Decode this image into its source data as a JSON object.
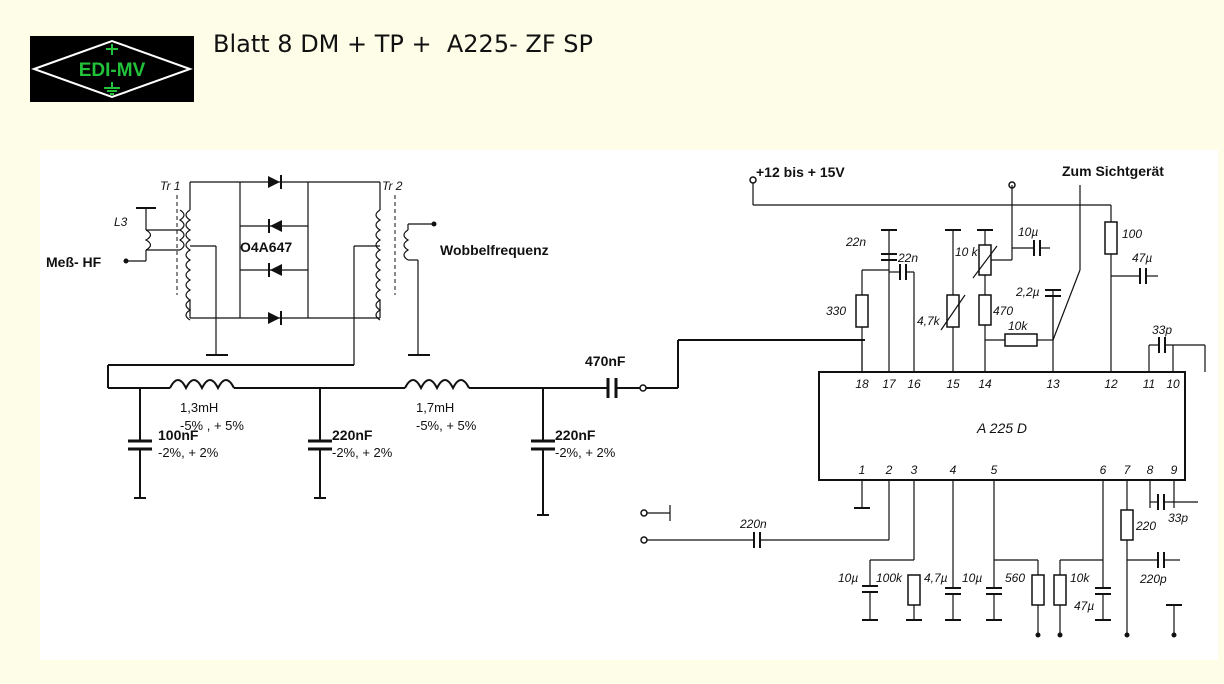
{
  "header": {
    "logo_text": "EDI-MV",
    "title": "Blatt 8 DM + TP +  A225- ZF SP"
  },
  "colors": {
    "logo_green": "#22c23a",
    "page_bg": "#fdfde8"
  },
  "schematic": {
    "bridge": {
      "tr1": "Tr 1",
      "tr2": "Tr 2",
      "l3": "L3",
      "input": "Meß- HF",
      "diodes": "O4A647",
      "sweep": "Wobbelfrequenz"
    },
    "filter": {
      "l1": "1,3mH",
      "l1_tol": "-5% , + 5%",
      "l2": "1,7mH",
      "l2_tol": "-5%, + 5%",
      "c1": "100nF",
      "c1_tol": "-2%, + 2%",
      "c2": "220nF",
      "c2_tol": "-2%, + 2%",
      "c3": "220nF",
      "c3_tol": "-2%, + 2%",
      "coupling": "470nF"
    },
    "ic": {
      "name": "A 225 D",
      "pins_top": [
        "18",
        "17",
        "16",
        "15",
        "14",
        "13",
        "12",
        "11",
        "10"
      ],
      "pins_bottom": [
        "1",
        "2",
        "3",
        "4",
        "5",
        "6",
        "7",
        "8",
        "9"
      ]
    },
    "supply": "+12 bis + 15V",
    "display": "Zum Sichtgerät",
    "parts": {
      "c_22n_a": "22n",
      "c_22n_b": "22n",
      "r_330": "330",
      "r_4k7": "4,7k",
      "r_10k_pot": "10 k",
      "c_10u_top": "10µ",
      "r_470": "470",
      "c_2u2": "2,2µ",
      "r_10k_h": "10k",
      "r_100": "100",
      "c_47u_top": "47µ",
      "c_33p_top": "33p",
      "c_33p_bot": "33p",
      "c_220n_in": "220n",
      "c_10u_1": "10µ",
      "r_100k": "100k",
      "c_4u7": "4,7µ",
      "c_10u_2": "10µ",
      "r_560": "560",
      "r_10k_b": "10k",
      "c_47u_bot": "47µ",
      "r_220": "220",
      "c_220p": "220p"
    }
  }
}
